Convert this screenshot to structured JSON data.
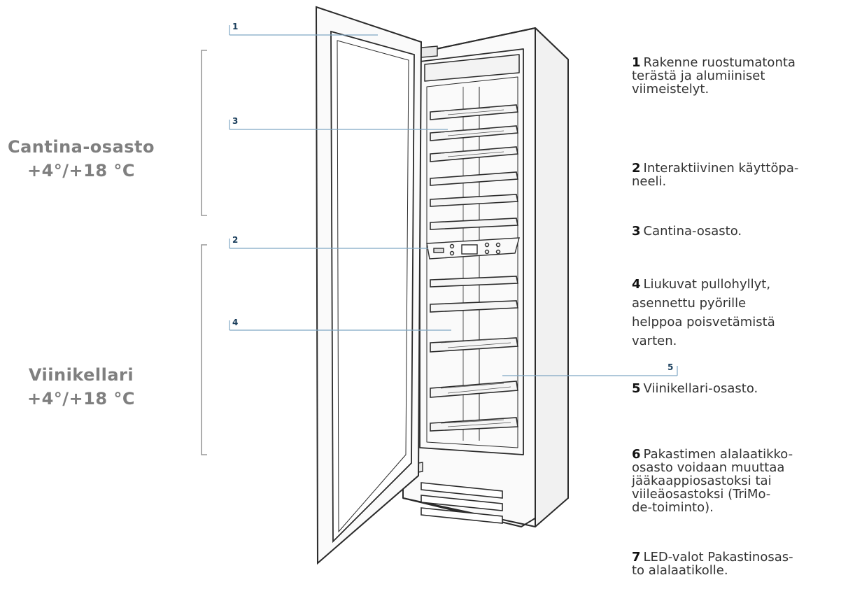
{
  "zones": {
    "cantina": {
      "name": "Cantina-osasto",
      "temp": "+4°/+18 °C"
    },
    "viinikellari": {
      "name": "Viinikellari",
      "temp": "+4°/+18 °C"
    }
  },
  "callouts": [
    "1",
    "2",
    "3",
    "4",
    "5"
  ],
  "legend": [
    {
      "num": "1",
      "text": "Rakenne ruostumatonta\nterästä ja alumiiniset\nviimeistelyt."
    },
    {
      "num": "2",
      "text": "Interaktiivinen käyttöpa-\nneeli."
    },
    {
      "num": "3",
      "text": "Cantina-osasto."
    },
    {
      "num": "4",
      "text": "Liukuvat pullohyllyt,\nasennettu pyörille\nhelppoa poisvetämistä\nvarten."
    },
    {
      "num": "5",
      "text": "Viinikellari-osasto."
    },
    {
      "num": "6",
      "text": "Pakastimen alalaatikko-\nosasto voidaan muuttaa\njääkaappiosastoksi tai\nviileäosastoksi (TriMo-\nde-toiminto)."
    },
    {
      "num": "7",
      "text": "LED-valot Pakastinosas-\nto alalaatikolle."
    }
  ],
  "colors": {
    "zone_text": "#7f7f7f",
    "callout_line": "#7fa6c4",
    "callout_num": "#1a3e5c",
    "outline": "#2b2b2b"
  }
}
